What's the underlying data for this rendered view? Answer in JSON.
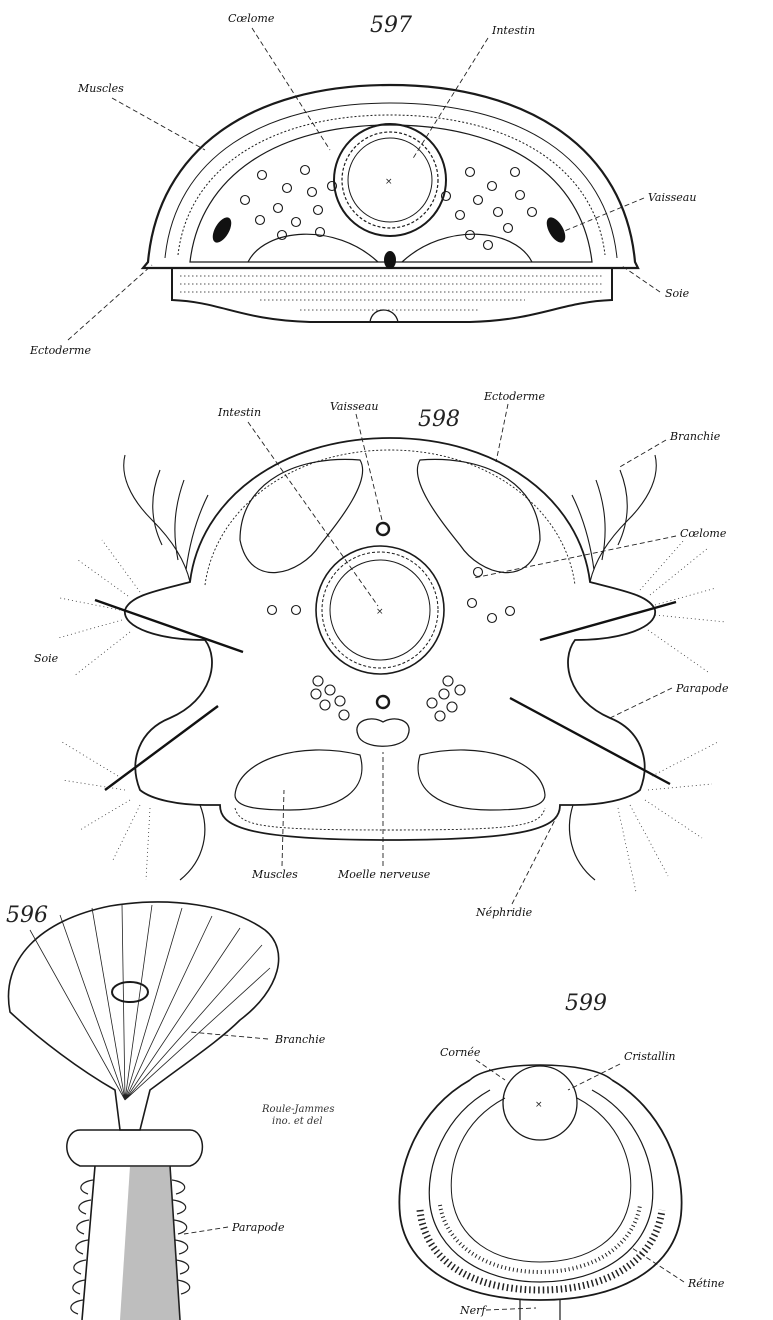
{
  "plate": {
    "figures": [
      "597",
      "598",
      "596",
      "599"
    ],
    "signature": [
      "Roule-Jammes",
      "ino. et del"
    ]
  },
  "fig597": {
    "labels": {
      "coelome": "Cœlome",
      "intestin": "Intestin",
      "muscles": "Muscles",
      "vaisseau": "Vaisseau",
      "soie": "Soie",
      "ectoderme": "Ectoderme"
    }
  },
  "fig598": {
    "labels": {
      "intestin": "Intestin",
      "vaisseau": "Vaisseau",
      "ectoderme": "Ectoderme",
      "branchie": "Branchie",
      "coelome": "Cœlome",
      "soie": "Soie",
      "parapode": "Parapode",
      "muscles": "Muscles",
      "moelle": "Moelle nerveuse",
      "nephridie": "Néphridie"
    }
  },
  "fig596": {
    "labels": {
      "branchie": "Branchie",
      "parapode": "Parapode"
    }
  },
  "fig599": {
    "labels": {
      "cornee": "Cornée",
      "cristallin": "Cristallin",
      "retine": "Rétine",
      "nerf": "Nerf"
    }
  }
}
